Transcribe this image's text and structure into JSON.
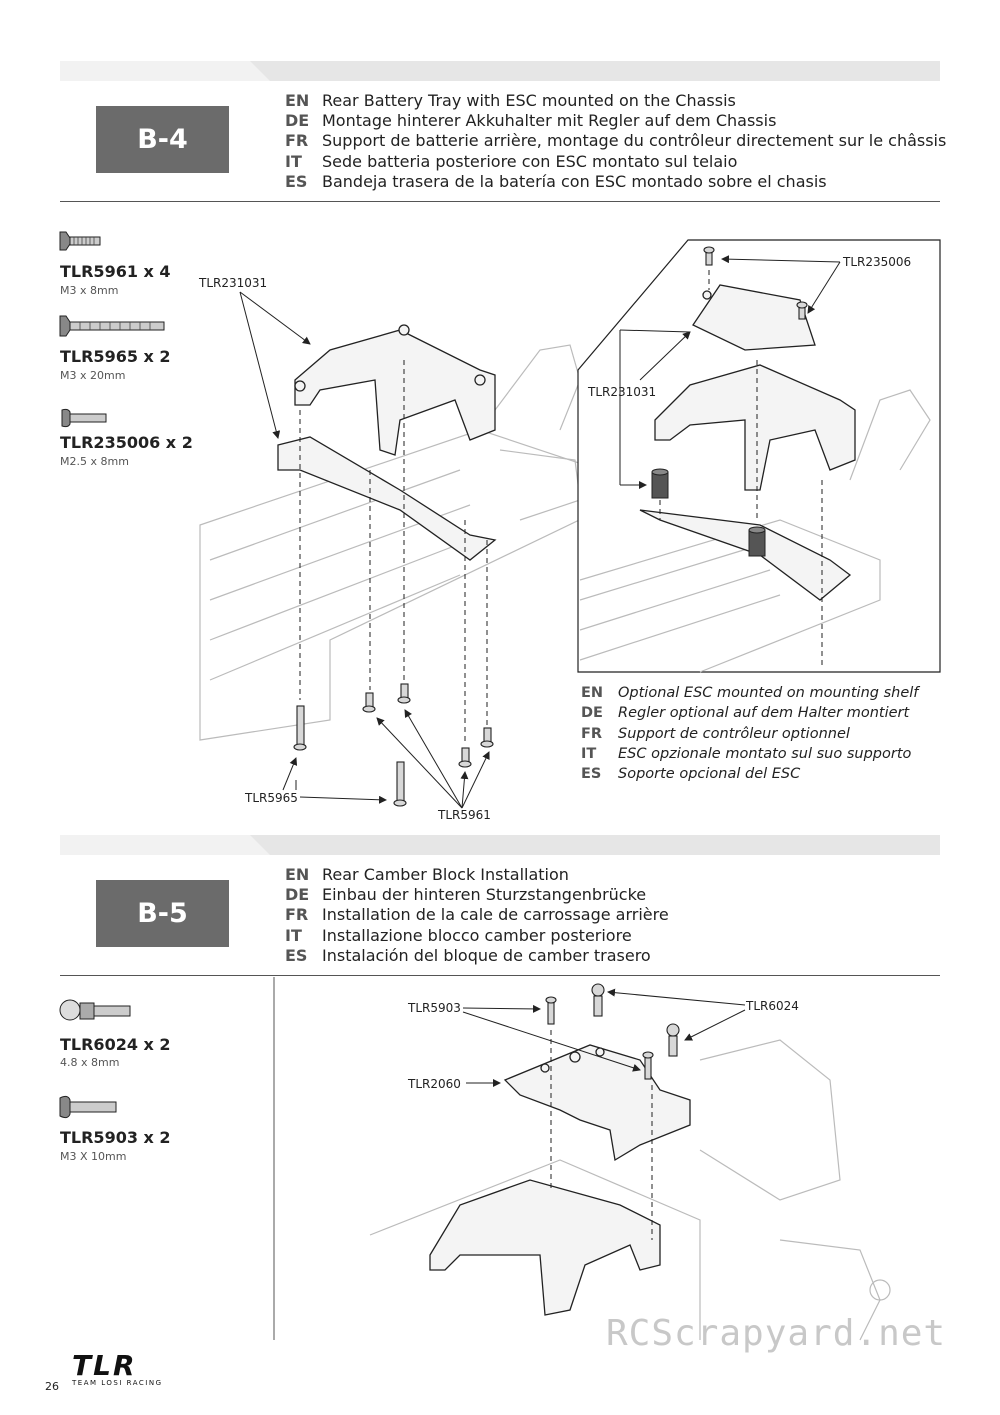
{
  "b4": {
    "step": "B-4",
    "langs": [
      {
        "code": "EN",
        "text": "Rear Battery Tray with ESC mounted on the Chassis"
      },
      {
        "code": "DE",
        "text": "Montage hinterer Akkuhalter mit Regler auf dem Chassis"
      },
      {
        "code": "FR",
        "text": "Support de batterie arrière, montage du contrôleur directement sur le châssis"
      },
      {
        "code": "IT",
        "text": "Sede batteria posteriore con ESC montato sul telaio"
      },
      {
        "code": "ES",
        "text": "Bandeja trasera de la batería con ESC montado sobre el chasis"
      }
    ],
    "parts": [
      {
        "num": "TLR5961 x 4",
        "size": "M3 x 8mm"
      },
      {
        "num": "TLR5965 x 2",
        "size": "M3 x 20mm"
      },
      {
        "num": "TLR235006 x 2",
        "size": "M2.5 x 8mm"
      }
    ],
    "callouts": {
      "tray_main": "TLR231031",
      "screw_inset": "TLR235006",
      "tray_inset": "TLR231031",
      "long_screw": "TLR5965",
      "short_screw": "TLR5961"
    },
    "optional": [
      {
        "code": "EN",
        "text": "Optional ESC mounted on mounting shelf"
      },
      {
        "code": "DE",
        "text": "Regler optional auf dem Halter montiert"
      },
      {
        "code": "FR",
        "text": "Support de contrôleur optionnel"
      },
      {
        "code": "IT",
        "text": "ESC opzionale montato sul suo supporto"
      },
      {
        "code": "ES",
        "text": "Soporte opcional del ESC"
      }
    ]
  },
  "b5": {
    "step": "B-5",
    "langs": [
      {
        "code": "EN",
        "text": "Rear Camber Block Installation"
      },
      {
        "code": "DE",
        "text": "Einbau der hinteren Sturzstangenbrücke"
      },
      {
        "code": "FR",
        "text": "Installation de la cale de carrossage arrière"
      },
      {
        "code": "IT",
        "text": "Installazione blocco camber posteriore"
      },
      {
        "code": "ES",
        "text": "Instalación del bloque de camber trasero"
      }
    ],
    "parts": [
      {
        "num": "TLR6024 x 2",
        "size": "4.8 x 8mm"
      },
      {
        "num": "TLR5903 x 2",
        "size": "M3 X 10mm"
      }
    ],
    "callouts": {
      "screw": "TLR5903",
      "ball": "TLR6024",
      "block": "TLR2060"
    }
  },
  "footer": {
    "page": "26",
    "logo": "TLR",
    "logo_sub": "TEAM LOSI RACING",
    "watermark": "RCScrapyard.net"
  }
}
